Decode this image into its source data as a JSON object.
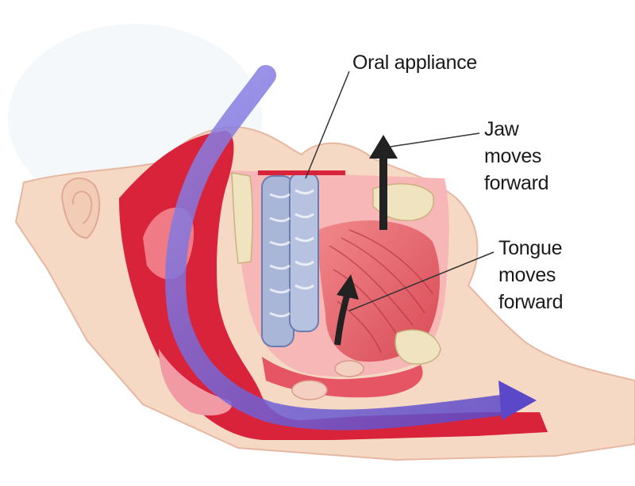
{
  "labels": {
    "oral_appliance": "Oral appliance",
    "jaw": {
      "line1": "Jaw",
      "line2": "moves",
      "line3": "forward"
    },
    "tongue": {
      "line1": "Tongue",
      "line2": "moves",
      "line3": "forward"
    }
  },
  "colors": {
    "background": "#ffffff",
    "skin": "#f6d9c4",
    "outline": "#e0a996",
    "tissue_red": "#d8233a",
    "tissue_pink": "#f29aa3",
    "muscle": "#e86a6f",
    "bone": "#efe3c0",
    "appliance": "#a9b6d8",
    "airflow": "#6a5ad0",
    "arrow": "#222222",
    "leader": "#333333"
  }
}
